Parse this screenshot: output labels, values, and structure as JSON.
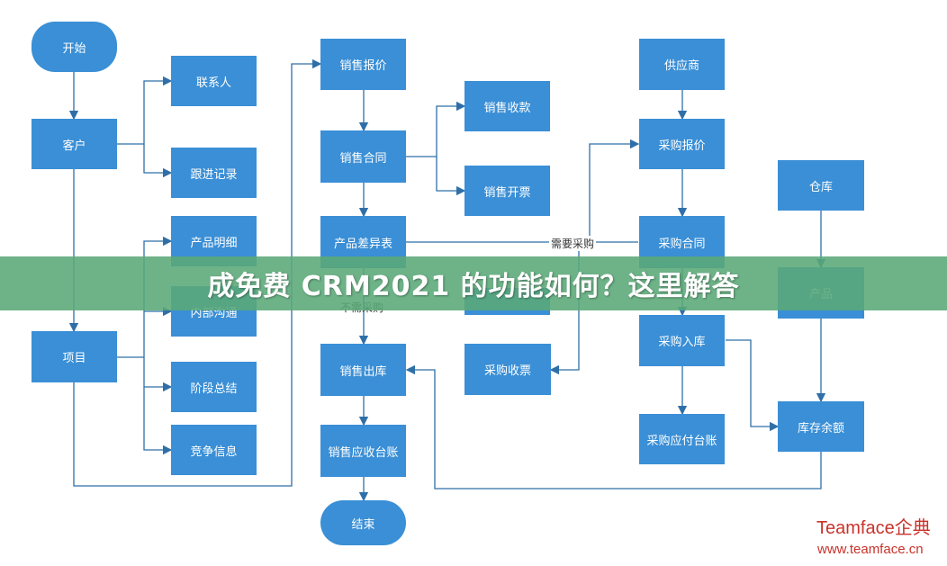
{
  "nodes": {
    "start": "开始",
    "customer": "客户",
    "contact": "联系人",
    "follow_up": "跟进记录",
    "product_detail": "产品明细",
    "internal_comm": "内部沟通",
    "project": "项目",
    "stage_summary": "阶段总结",
    "competitor": "竞争信息",
    "sales_quote": "销售报价",
    "sales_receipt": "销售收款",
    "sales_contract": "销售合同",
    "sales_invoice": "销售开票",
    "product_diff": "产品差异表",
    "sales_outbound": "销售出库",
    "sales_ar_ledger": "销售应收台账",
    "end": "结束",
    "purchase_receipt": "采购收票",
    "supplier": "供应商",
    "purchase_quote": "采购报价",
    "purchase_contract": "采购合同",
    "purchase_inbound": "采购入库",
    "purchase_ap_ledger": "采购应付台账",
    "warehouse": "仓库",
    "product": "产品",
    "inventory_balance": "库存余额"
  },
  "edge_labels": {
    "need_purchase": "需要采购",
    "no_purchase": "不需采购"
  },
  "banner_title": "成免费 CRM2021 的功能如何？这里解答",
  "brand": {
    "name": "Teamface企典",
    "url": "www.teamface.cn"
  },
  "colors": {
    "node": "#3a8fd6",
    "line": "#2f6fa8",
    "banner": "#5aa878",
    "brand": "#c8332b"
  }
}
